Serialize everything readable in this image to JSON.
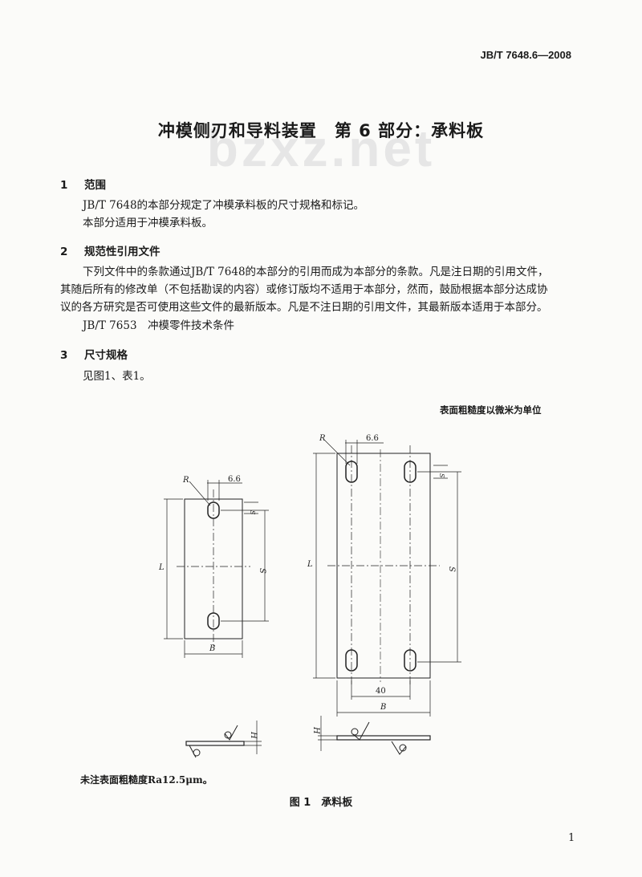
{
  "header": {
    "standard_no": "JB/T 7648.6—2008"
  },
  "watermark": "bzxz.net",
  "title": "冲模侧刃和导料装置　第 6 部分：承料板",
  "sections": [
    {
      "num": "1",
      "title": "范围"
    },
    {
      "num": "2",
      "title": "规范性引用文件"
    },
    {
      "num": "3",
      "title": "尺寸规格"
    }
  ],
  "s1": {
    "p1": "JB/T 7648的本部分规定了冲模承料板的尺寸规格和标记。",
    "p2": "本部分适用于冲模承料板。"
  },
  "s2": {
    "l1": "下列文件中的条款通过JB/T  7648的本部分的引用而成为本部分的条款。凡是注日期的引用文件，",
    "l2": "其随后所有的修改单（不包括勘误的内容）或修订版均不适用于本部分，然而，鼓励根据本部分达成协",
    "l3": "议的各方研究是否可使用这些文件的最新版本。凡是不注日期的引用文件，其最新版本适用于本部分。",
    "ref": "JB/T 7653　冲模零件技术条件"
  },
  "s3": {
    "p1": "见图1、表1。"
  },
  "figure": {
    "unit_note": "表面粗糙度以微米为单位",
    "labels": {
      "R": "R",
      "L": "L",
      "S": "S",
      "B": "B",
      "H": "H",
      "dim66": "6.6",
      "dim40": "40",
      "s_small": "S"
    },
    "note": "未注表面粗糙度Ra12.5μm。",
    "caption": "图 1　承料板"
  },
  "page_number": "1"
}
